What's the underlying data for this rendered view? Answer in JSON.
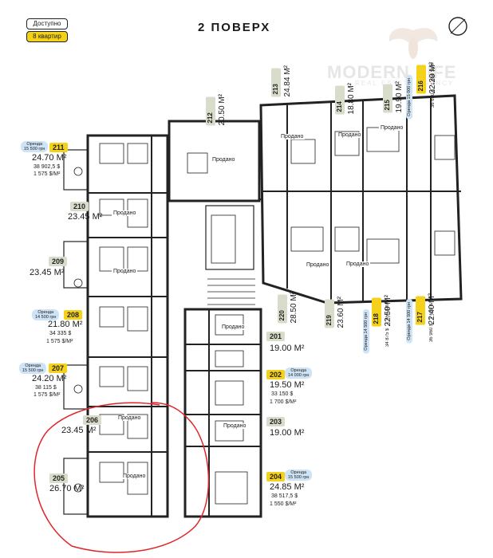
{
  "legend": {
    "available": "Доступно",
    "apartments": "8 квартир"
  },
  "floor_title": "2 ПОВЕРХ",
  "watermark": {
    "name": "MODERN LIFE",
    "sub": "REAL ESTATE AGENCY"
  },
  "sold_label": "Продано",
  "units": [
    {
      "id": "211",
      "area": "24.70 M²",
      "price": "38 902,5 $",
      "per_m": "1 575 $/M²",
      "rent": [
        "Оренда",
        "15 500 грн"
      ],
      "status": "available"
    },
    {
      "id": "210",
      "area": "23.45 M²",
      "status": "sold"
    },
    {
      "id": "209",
      "area": "23.45 M²",
      "status": "sold"
    },
    {
      "id": "208",
      "area": "21.80 M²",
      "price": "34 335 $",
      "per_m": "1 575 $/M²",
      "rent": [
        "Оренда",
        "14 500 грн"
      ],
      "status": "available"
    },
    {
      "id": "207",
      "area": "24.20 M²",
      "price": "38 115 $",
      "per_m": "1 575 $/M²",
      "rent": [
        "Оренда",
        "15 500 грн"
      ],
      "status": "available"
    },
    {
      "id": "206",
      "area": "23.45 M²",
      "status": "sold"
    },
    {
      "id": "205",
      "area": "26.70 M²",
      "status": "sold"
    },
    {
      "id": "201",
      "area": "19.00 M²",
      "status": "sold"
    },
    {
      "id": "202",
      "area": "19.50 M²",
      "price": "33 150 $",
      "per_m": "1 700 $/M²",
      "rent": [
        "Оренда",
        "14 000 грн"
      ],
      "status": "available"
    },
    {
      "id": "203",
      "area": "19.00 M²",
      "status": "sold"
    },
    {
      "id": "204",
      "area": "24.85 M²",
      "price": "38 517,5 $",
      "per_m": "1 550 $/M²",
      "rent": [
        "Оренда",
        "15 500 грн"
      ],
      "status": "available"
    },
    {
      "id": "212",
      "area": "20.50 M²",
      "status": "sold"
    },
    {
      "id": "213",
      "area": "24.84 M²",
      "status": "sold"
    },
    {
      "id": "214",
      "area": "18.80 M²",
      "status": "sold"
    },
    {
      "id": "215",
      "area": "19.90 M²",
      "status": "sold"
    },
    {
      "id": "216",
      "area": "22.20 M²",
      "price": "36 630 $",
      "per_m": "1 650 $/M²",
      "rent": [
        "Оренда",
        "15 000 грн"
      ],
      "status": "available"
    },
    {
      "id": "217",
      "area": "22.40 M²",
      "price": "36 960 $",
      "per_m": "1 650 $/M²",
      "rent": [
        "Оренда",
        "14 500 грн"
      ],
      "status": "available"
    },
    {
      "id": "218",
      "area": "22.50 M²",
      "price": "34 875 $",
      "per_m": "1 550 $/M²",
      "rent": [
        "Оренда",
        "14 500 грн"
      ],
      "status": "available"
    },
    {
      "id": "219",
      "area": "23.60 M²",
      "status": "sold"
    },
    {
      "id": "220",
      "area": "28.50 M²",
      "status": "sold"
    }
  ],
  "colors": {
    "available": "#f4d21c",
    "sold": "#d8dccb",
    "rent": "#cfe3f6",
    "annotation": "#e0252a"
  }
}
